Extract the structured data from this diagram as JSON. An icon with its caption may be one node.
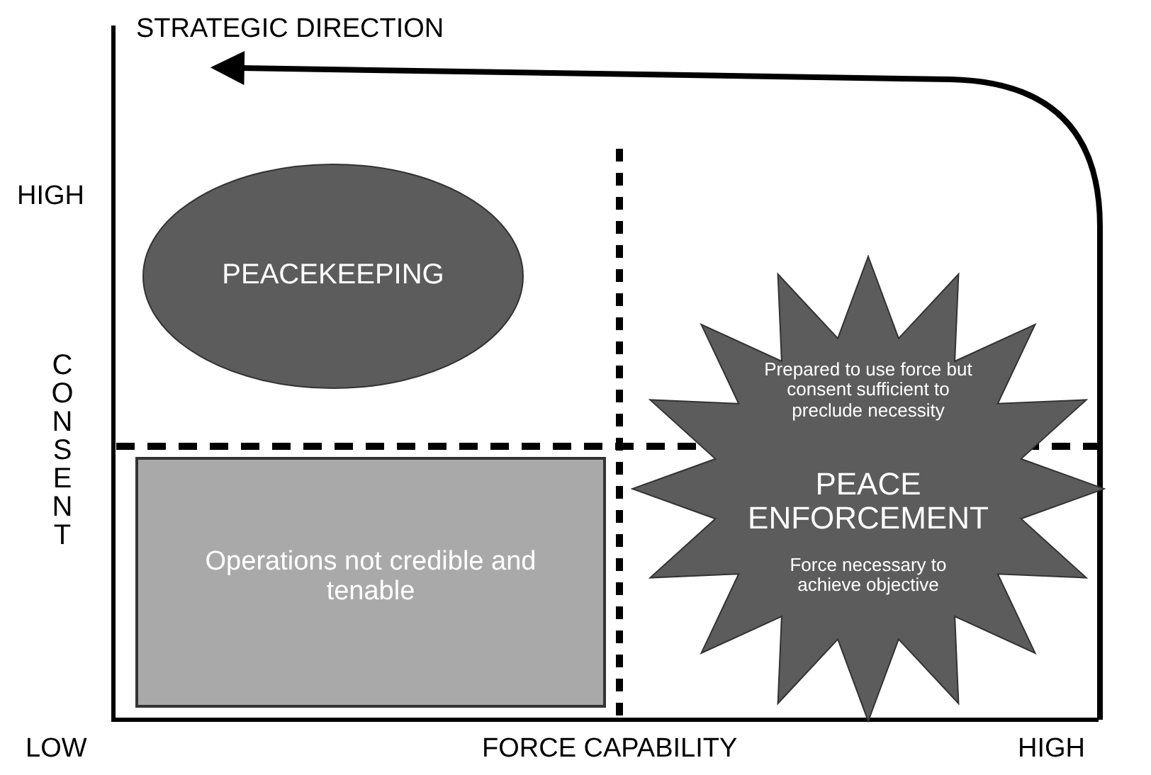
{
  "diagram": {
    "nodes": [
      {
        "text": [
          "PEACEKEEPING"
        ]
      },
      {
        "text": [
          "Operations not credible and tenable"
        ]
      },
      {
        "text": [
          "Prepared to use force but consent sufficient to preclude necessity",
          "PEACE ENFORCEMENT",
          "Force necessary to achieve objective"
        ]
      }
    ],
    "labels": [
      "STRATEGIC DIRECTION",
      "HIGH",
      "CONSENT",
      "LOW",
      "FORCE CAPABILITY",
      "HIGH"
    ]
  }
}
